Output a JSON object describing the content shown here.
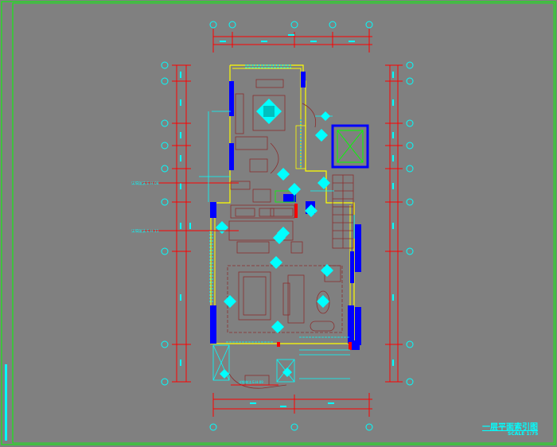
{
  "drawing": {
    "title": "一层平面索引图",
    "scale": "SCALE 1:75",
    "callout_left_upper": "详细做法 E-H-08",
    "callout_left_lower": "详细做法 E-H-11",
    "callout_bottom": "详细做法 E-H-09"
  },
  "colors": {
    "background": "#808080",
    "frame": "#00ff00",
    "dimension": "#ff0000",
    "grid_bubble": "#00ffff",
    "wall_fill": "#0000ff",
    "wall_outline": "#ffff00",
    "furniture": "#8b2e2e"
  }
}
